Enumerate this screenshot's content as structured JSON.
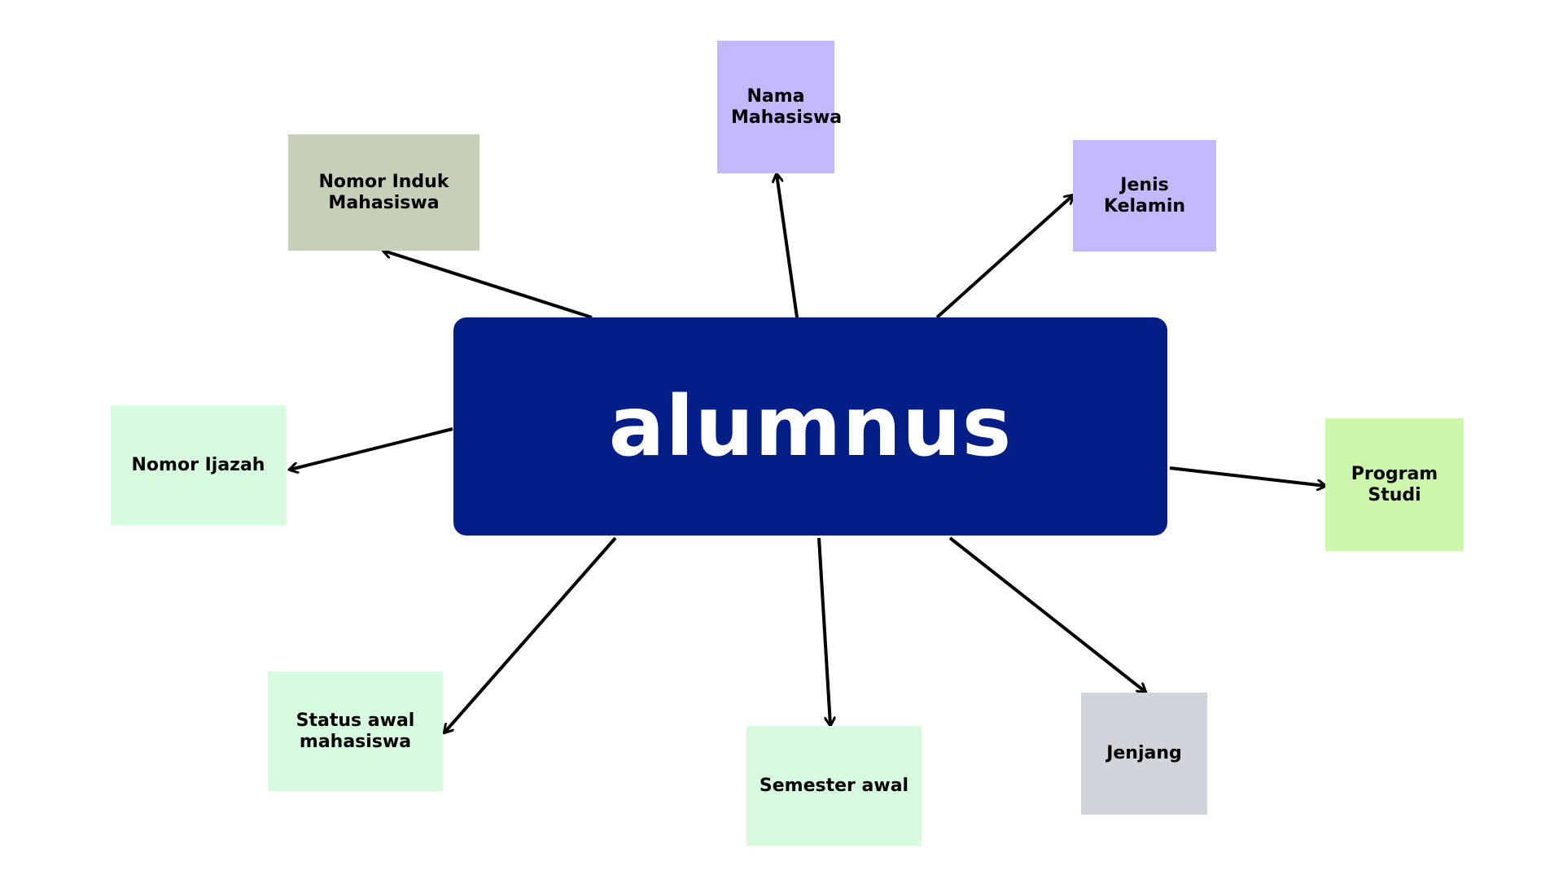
{
  "center": {
    "label": "alumnus",
    "color": "#031e86"
  },
  "nodes": {
    "nama_mahasiswa": {
      "label": "Nama Mahasiswa",
      "color": "#c4b8fd"
    },
    "nomor_induk_mahasiswa": {
      "label": "Nomor Induk Mahasiswa",
      "color": "#c6d0b8"
    },
    "jenis_kelamin": {
      "label": "Jenis Kelamin",
      "color": "#c4b8fd"
    },
    "nomor_ijazah": {
      "label": "Nomor Ijazah",
      "color": "#d6fbdf"
    },
    "program_studi": {
      "label": "Program Studi",
      "color": "#cdf7ab"
    },
    "status_awal_mahasiswa": {
      "label": "Status awal mahasiswa",
      "color": "#d6fbdf"
    },
    "semester_awal": {
      "label": "Semester awal",
      "color": "#d6fbdf"
    },
    "jenjang": {
      "label": "Jenjang",
      "color": "#d1d5db"
    }
  }
}
